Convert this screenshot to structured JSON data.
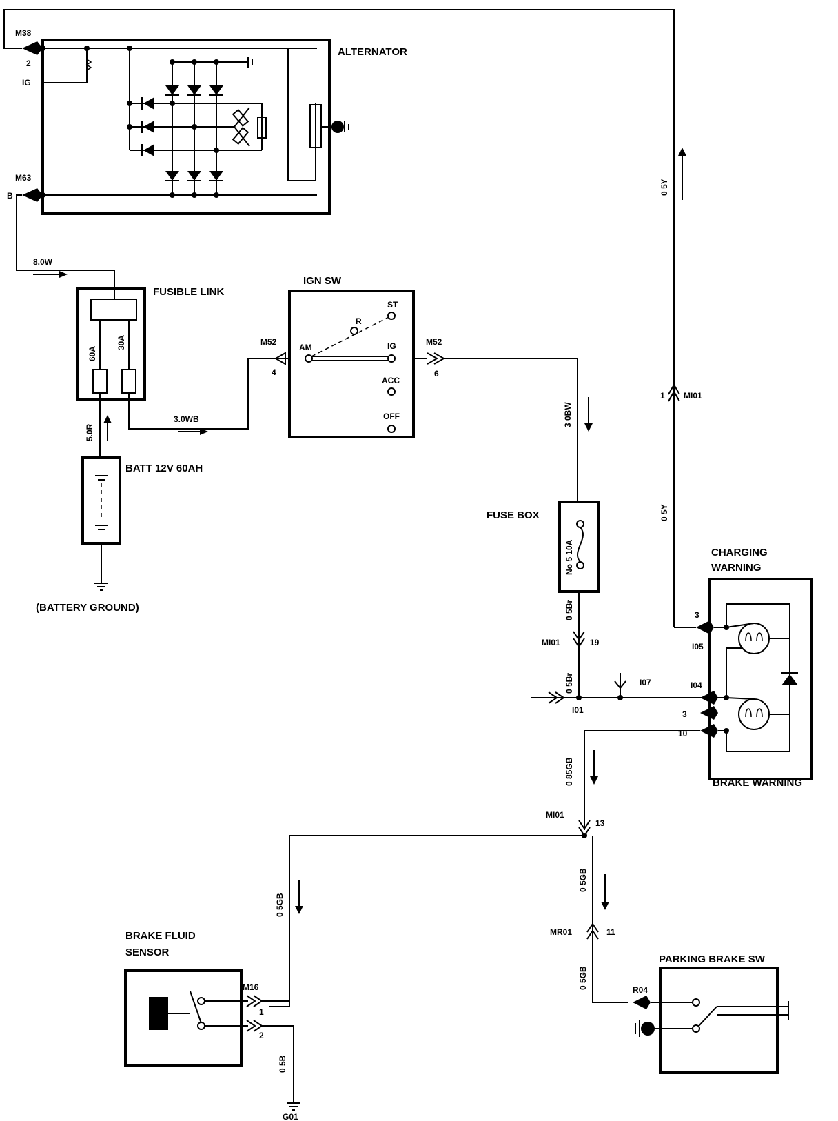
{
  "components": {
    "alternator": "ALTERNATOR",
    "fusible_link": "FUSIBLE LINK",
    "ign_sw": "IGN SW",
    "batt": "BATT 12V 60AH",
    "battery_ground": "(BATTERY GROUND)",
    "fuse_box": "FUSE BOX",
    "fuse_no": "No 5 10A",
    "charging_warning_1": "CHARGING",
    "charging_warning_2": "WARNING",
    "brake_warning": "BRAKE WARNING",
    "brake_fluid_sensor_1": "BRAKE FLUID",
    "brake_fluid_sensor_2": "SENSOR",
    "parking_brake_sw": "PARKING BRAKE SW",
    "ground": "G01"
  },
  "fuses": {
    "f60": "60A",
    "f30": "30A"
  },
  "ign_positions": {
    "am": "AM",
    "r": "R",
    "st": "ST",
    "ig": "IG",
    "acc": "ACC",
    "off": "OFF"
  },
  "connectors": {
    "m38": "M38",
    "m38_pin": "2",
    "ig": "IG",
    "m63": "M63",
    "m63_pin": "B",
    "m52_left": "M52",
    "m52_left_pin": "4",
    "m52_right": "M52",
    "m52_right_pin": "6",
    "mi01_top": "MI01",
    "mi01_top_pin": "1",
    "mi01_mid": "MI01",
    "mi01_mid_pin": "19",
    "mi01_low": "MI01",
    "mi01_low_pin": "13",
    "mr01": "MR01",
    "mr01_pin": "11",
    "r04": "R04",
    "m16": "M16",
    "m16_pin1": "1",
    "m16_pin2": "2",
    "i01": "I01",
    "i07": "I07",
    "i04": "I04",
    "i05": "I05",
    "cw_pin3": "3",
    "bw_pin3": "3",
    "bw_pin10": "10"
  },
  "wires": {
    "w_8w": "8.0W",
    "w_5r": "5.0R",
    "w_3wb": "3.0WB",
    "w_3bw": "3 0BW",
    "w_05y_top": "0 5Y",
    "w_05y_mid": "0 5Y",
    "w_05br_1": "0 5Br",
    "w_05br_2": "0 5Br",
    "w_085gb": "0 85GB",
    "w_05gb_right": "0 5GB",
    "w_05gb_low": "0 5GB",
    "w_05gb_left": "0 5GB",
    "w_05b": "0 5B"
  }
}
